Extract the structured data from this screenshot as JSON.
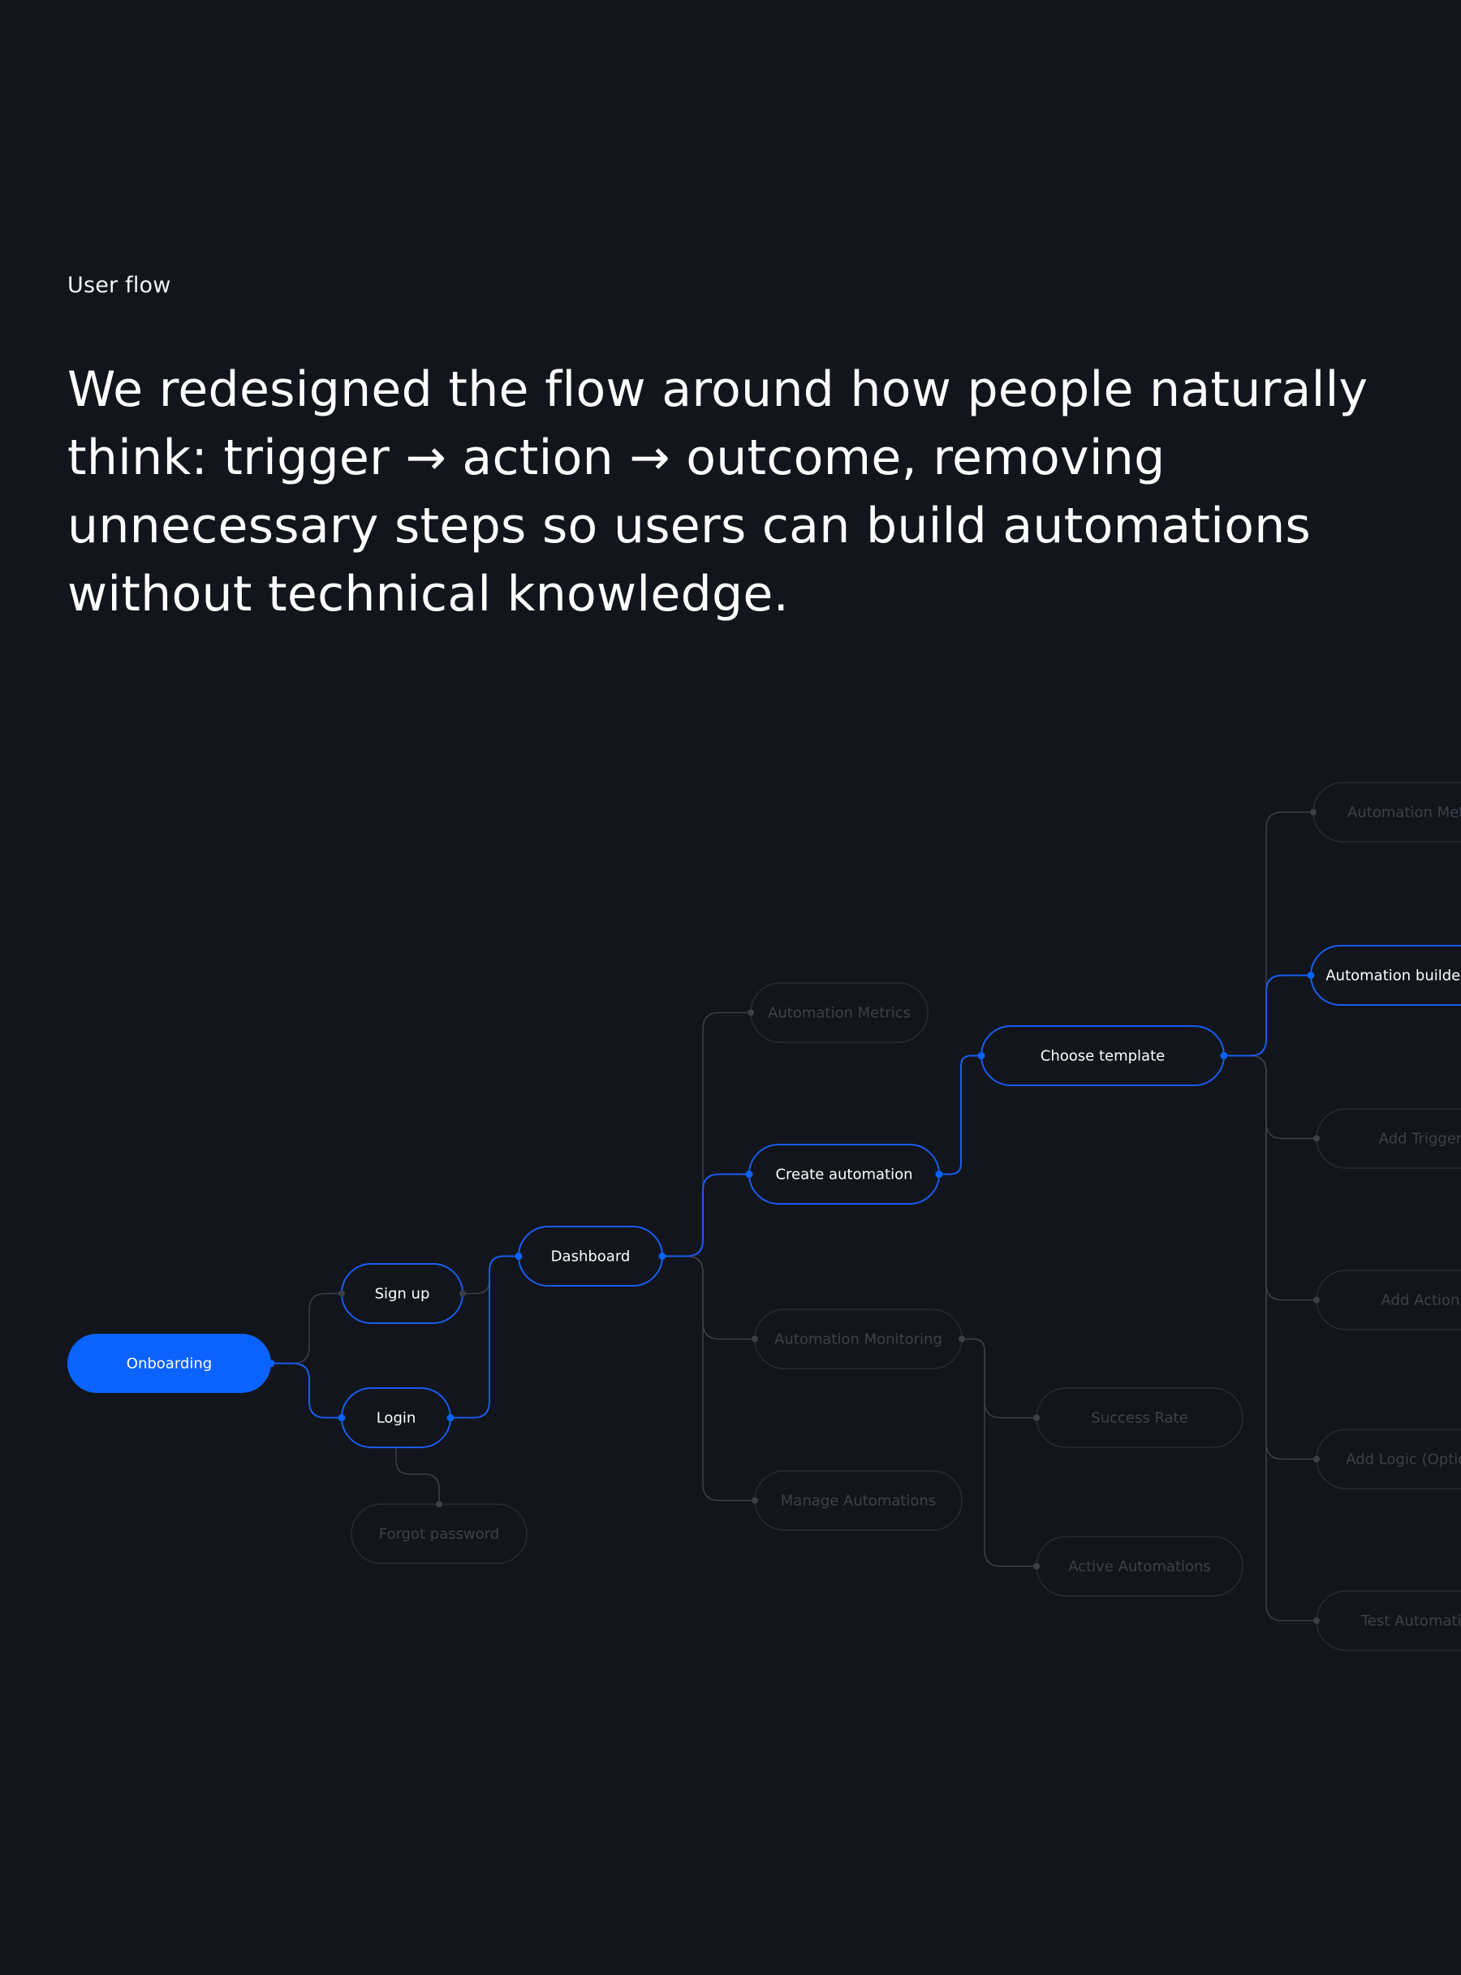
{
  "section": {
    "label": "User flow"
  },
  "headline": {
    "lines": [
      "We redesigned the flow around how people naturally",
      "think: trigger → action → outcome, removing",
      "unnecessary steps so users can build automations",
      "without technical knowledge."
    ]
  },
  "colors": {
    "background": "#12151b",
    "accent": "#0a62ff",
    "accent_line": "#1a5cf0",
    "muted_border": "#262b33",
    "muted_line": "#3a3f48",
    "muted_text": "#3b414b",
    "active_text": "#ffffff"
  },
  "flow": {
    "nodes": [
      {
        "id": "onboarding",
        "label": "Onboarding",
        "state": "primary"
      },
      {
        "id": "sign-up",
        "label": "Sign up",
        "state": "active"
      },
      {
        "id": "login",
        "label": "Login",
        "state": "active"
      },
      {
        "id": "forgot-password",
        "label": "Forgot password",
        "state": "muted"
      },
      {
        "id": "dashboard",
        "label": "Dashboard",
        "state": "active"
      },
      {
        "id": "automation-metrics-1",
        "label": "Automation Metrics",
        "state": "muted"
      },
      {
        "id": "create-automation",
        "label": "Create automation",
        "state": "active"
      },
      {
        "id": "automation-monitoring",
        "label": "Automation Monitoring",
        "state": "muted"
      },
      {
        "id": "manage-automations",
        "label": "Manage Automations",
        "state": "muted"
      },
      {
        "id": "choose-template",
        "label": "Choose template",
        "state": "active"
      },
      {
        "id": "success-rate",
        "label": "Success Rate",
        "state": "muted"
      },
      {
        "id": "active-automations",
        "label": "Active Automations",
        "state": "muted"
      },
      {
        "id": "automation-metrics-2",
        "label": "Automation Metrics",
        "state": "muted"
      },
      {
        "id": "automation-builder",
        "label": "Automation builder",
        "state": "active"
      },
      {
        "id": "add-trigger",
        "label": "Add Trigger",
        "state": "muted"
      },
      {
        "id": "add-action",
        "label": "Add Action",
        "state": "muted"
      },
      {
        "id": "add-logic",
        "label": "Add Logic (Optional)",
        "state": "muted"
      },
      {
        "id": "test-automation",
        "label": "Test Automation",
        "state": "muted"
      }
    ],
    "edges": [
      {
        "from": "onboarding",
        "to": "sign-up",
        "state": "muted"
      },
      {
        "from": "onboarding",
        "to": "login",
        "state": "active"
      },
      {
        "from": "login",
        "to": "forgot-password",
        "state": "muted"
      },
      {
        "from": "sign-up",
        "to": "dashboard",
        "state": "muted"
      },
      {
        "from": "login",
        "to": "dashboard",
        "state": "active"
      },
      {
        "from": "dashboard",
        "to": "automation-metrics-1",
        "state": "muted"
      },
      {
        "from": "dashboard",
        "to": "create-automation",
        "state": "active"
      },
      {
        "from": "dashboard",
        "to": "automation-monitoring",
        "state": "muted"
      },
      {
        "from": "dashboard",
        "to": "manage-automations",
        "state": "muted"
      },
      {
        "from": "create-automation",
        "to": "choose-template",
        "state": "active"
      },
      {
        "from": "automation-monitoring",
        "to": "success-rate",
        "state": "muted"
      },
      {
        "from": "automation-monitoring",
        "to": "active-automations",
        "state": "muted"
      },
      {
        "from": "choose-template",
        "to": "automation-metrics-2",
        "state": "muted"
      },
      {
        "from": "choose-template",
        "to": "automation-builder",
        "state": "active"
      },
      {
        "from": "choose-template",
        "to": "add-trigger",
        "state": "muted"
      },
      {
        "from": "choose-template",
        "to": "add-action",
        "state": "muted"
      },
      {
        "from": "choose-template",
        "to": "add-logic",
        "state": "muted"
      },
      {
        "from": "choose-template",
        "to": "test-automation",
        "state": "muted"
      }
    ]
  }
}
